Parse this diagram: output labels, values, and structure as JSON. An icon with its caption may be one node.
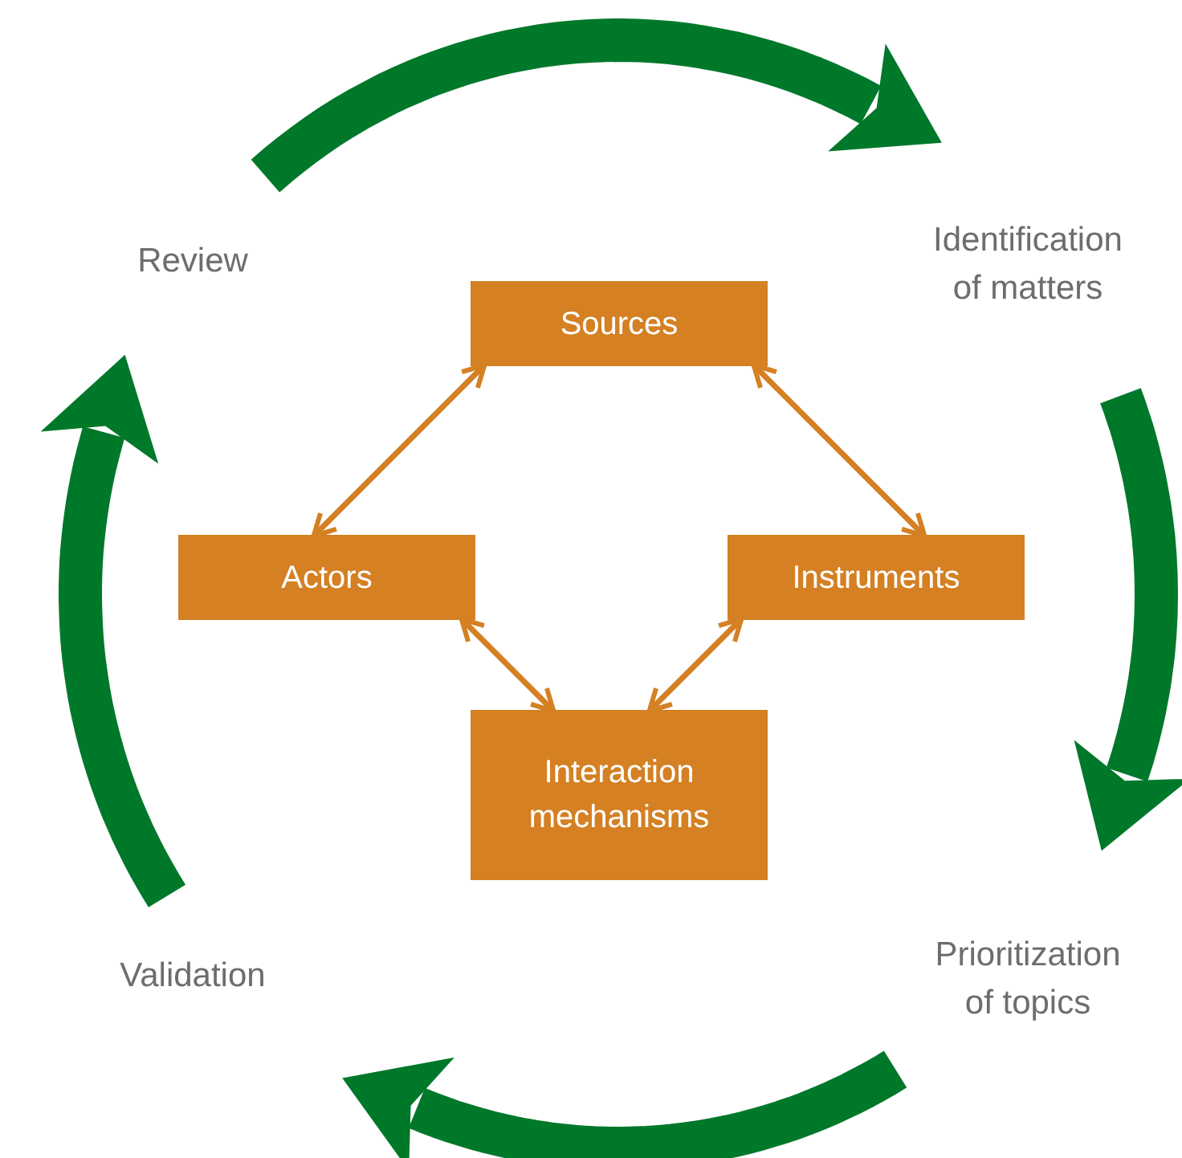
{
  "diagram": {
    "nodes": [
      {
        "text": [
          "Review"
        ]
      },
      {
        "text": [
          "Identification of matters"
        ]
      },
      {
        "text": [
          "Prioritization of topics"
        ]
      },
      {
        "text": [
          "Validation"
        ]
      },
      {
        "text": [
          "Sources"
        ]
      },
      {
        "text": [
          "Actors"
        ]
      },
      {
        "text": [
          "Instruments"
        ]
      },
      {
        "text": [
          "Interaction mechanisms"
        ]
      }
    ],
    "edges": [
      {
        "from": 0,
        "to": 1,
        "arrow": "to",
        "style": "thick",
        "color": "#00782a"
      },
      {
        "from": 1,
        "to": 2,
        "arrow": "to",
        "style": "thick",
        "color": "#00782a"
      },
      {
        "from": 2,
        "to": 3,
        "arrow": "to",
        "style": "thick",
        "color": "#00782a"
      },
      {
        "from": 3,
        "to": 0,
        "arrow": "to",
        "style": "thick",
        "color": "#00782a"
      },
      {
        "from": 4,
        "to": 5,
        "arrow": "both",
        "color": "#d48023"
      },
      {
        "from": 4,
        "to": 6,
        "arrow": "both",
        "color": "#d48023"
      },
      {
        "from": 5,
        "to": 7,
        "arrow": "both",
        "color": "#d48023"
      },
      {
        "from": 6,
        "to": 7,
        "arrow": "both",
        "color": "#d48023"
      }
    ]
  }
}
